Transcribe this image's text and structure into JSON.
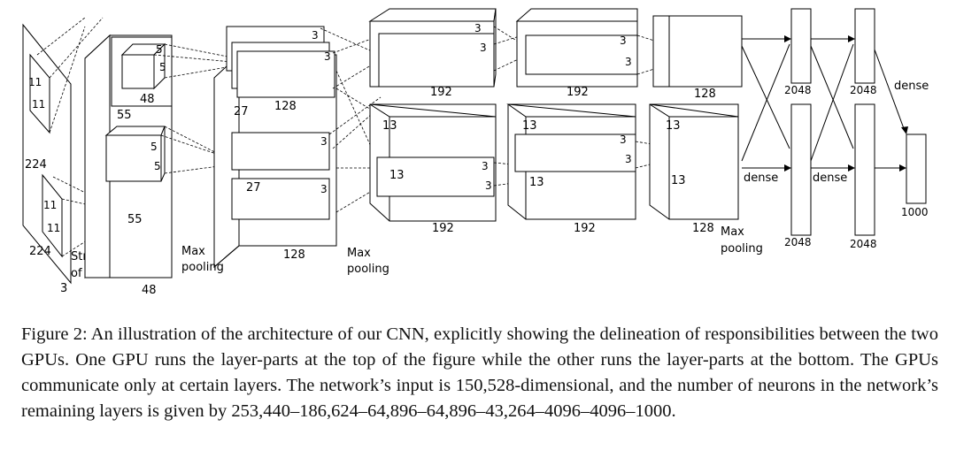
{
  "diagram": {
    "input": {
      "h": "224",
      "w": "224",
      "d": "3",
      "k1": "11",
      "k2": "11",
      "k3": "11",
      "k4": "11",
      "stride": "Stride",
      "stride2": "of 4"
    },
    "conv1": {
      "top_depth": "48",
      "bot_depth": "48",
      "size": "55",
      "size2": "55",
      "k_top1": "5",
      "k_top2": "5",
      "k_bot1": "5",
      "k_bot2": "5"
    },
    "conv2": {
      "top_depth": "128",
      "bot_depth": "128",
      "size": "27",
      "size2": "27",
      "pool": "Max",
      "pool2": "pooling",
      "k1": "3",
      "k2": "3",
      "k3": "3",
      "k4": "3"
    },
    "conv3": {
      "top_depth": "192",
      "bot_depth": "192",
      "size": "13",
      "size2": "13",
      "pool": "Max",
      "pool2": "pooling",
      "k1": "3",
      "k2": "3",
      "k3": "3",
      "k4": "3"
    },
    "conv4": {
      "top_depth": "192",
      "bot_depth": "192",
      "size": "13",
      "size2": "13",
      "k1": "3",
      "k2": "3",
      "k3": "3",
      "k4": "3"
    },
    "conv5": {
      "top_depth": "128",
      "bot_depth": "128",
      "size": "13",
      "size2": "13",
      "pool": "Max",
      "pool2": "pooling"
    },
    "fc1": {
      "top": "2048",
      "bot": "2048",
      "label": "dense"
    },
    "fc2": {
      "top": "2048",
      "bot": "2048",
      "label": "dense"
    },
    "out": {
      "size": "1000",
      "label": "dense"
    }
  },
  "caption": "Figure 2: An illustration of the architecture of our CNN, explicitly showing the delineation of responsibilities between the two GPUs. One GPU runs the layer-parts at the top of the figure while the other runs the layer-parts at the bottom. The GPUs communicate only at certain layers. The network’s input is 150,528-dimensional, and the number of neurons in the network’s remaining layers is given by 253,440–186,624–64,896–64,896–43,264–4096–4096–1000."
}
